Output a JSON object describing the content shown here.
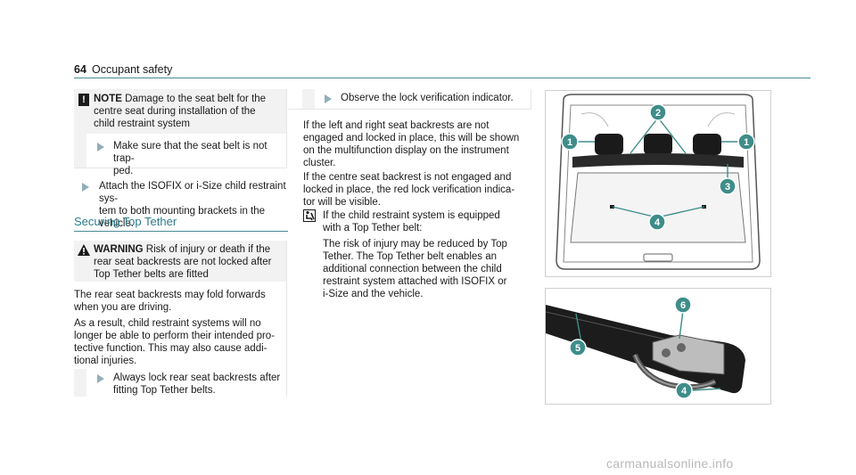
{
  "header": {
    "page_number": "64",
    "title": "Occupant safety"
  },
  "note": {
    "icon": "exclamation-icon",
    "keyword": "NOTE",
    "text_lines": [
      "Damage to the seat belt for the",
      "centre seat during installation of the",
      "child restraint system"
    ],
    "step": [
      "Make sure that the seat belt is not trap-",
      "ped."
    ]
  },
  "attach_step": [
    "Attach the ISOFIX or i-Size child restraint sys-",
    "tem to both mounting brackets in the vehicle."
  ],
  "section": {
    "title": "Securing Top Tether"
  },
  "warning": {
    "icon": "warning-triangle-icon",
    "keyword": "WARNING",
    "head_lines": [
      "Risk of injury or death if the",
      "rear seat backrests are not locked after",
      "Top Tether belts are fitted"
    ],
    "para1": [
      "The rear seat backrests may fold forwards",
      "when you are driving."
    ],
    "para2": [
      "As a result, child restraint systems will no",
      "longer be able to perform their intended pro-",
      "tective function. This may also cause addi-",
      "tional injuries."
    ],
    "step": [
      "Always lock rear seat backrests after",
      "fitting Top Tether belts."
    ]
  },
  "observe_step": "Observe the lock verification indicator.",
  "para_left_right": [
    "If the left and right seat backrests are not",
    "engaged and locked in place, this will be shown",
    "on the multifunction display on the instrument",
    "cluster."
  ],
  "para_centre": [
    "If the centre seat backrest is not engaged and",
    "locked in place, the red lock verification indica-",
    "tor will be visible."
  ],
  "child_seat_icon": "child-seat-icon",
  "child_intro": "If the child restraint system is equipped",
  "child_intro2": "with a Top Tether belt:",
  "child_para": [
    "The risk of injury may be reduced by Top",
    "Tether. The Top Tether belt enables an",
    "additional connection between the child",
    "restraint system attached with ISOFIX or",
    "i-Size and the vehicle."
  ],
  "figure1": {
    "callouts": [
      "1",
      "2",
      "1",
      "3",
      "4"
    ]
  },
  "figure2": {
    "callouts": [
      "6",
      "5",
      "4"
    ]
  },
  "watermark": "carmanualsonline.info"
}
